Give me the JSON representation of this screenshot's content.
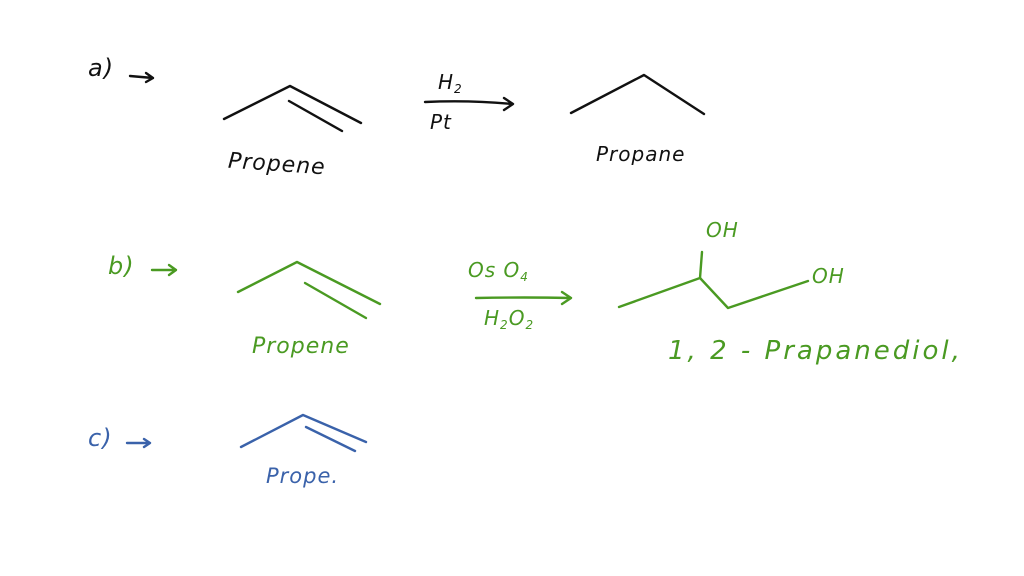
{
  "colors": {
    "part_a": "#111111",
    "part_b": "#4a9a22",
    "part_c": "#3a62aa",
    "background": "#ffffff"
  },
  "parts": [
    {
      "label": "a)",
      "reactant": {
        "name": "Propene",
        "structure": "propene skeletal (C=C double bond)"
      },
      "reagent_above": "H",
      "reagent_above_sub": "2",
      "reagent_below": "Pt",
      "product": {
        "name": "Propane",
        "structure": "propane skeletal"
      }
    },
    {
      "label": "b)",
      "reactant": {
        "name": "Propene",
        "structure": "propene skeletal (C=C double bond)"
      },
      "reagent_above": "Os O",
      "reagent_above_sub": "4",
      "reagent_below": "H",
      "reagent_below_sub1": "2",
      "reagent_below_mid": "O",
      "reagent_below_sub2": "2",
      "product": {
        "name": "1, 2 - Prapanediol,",
        "structure": "propane-1,2-diol skeletal",
        "substituents": [
          "OH",
          "OH"
        ]
      }
    },
    {
      "label": "c)",
      "reactant": {
        "name": "Prope.",
        "structure": "propene skeletal (C=C double bond)"
      }
    }
  ]
}
